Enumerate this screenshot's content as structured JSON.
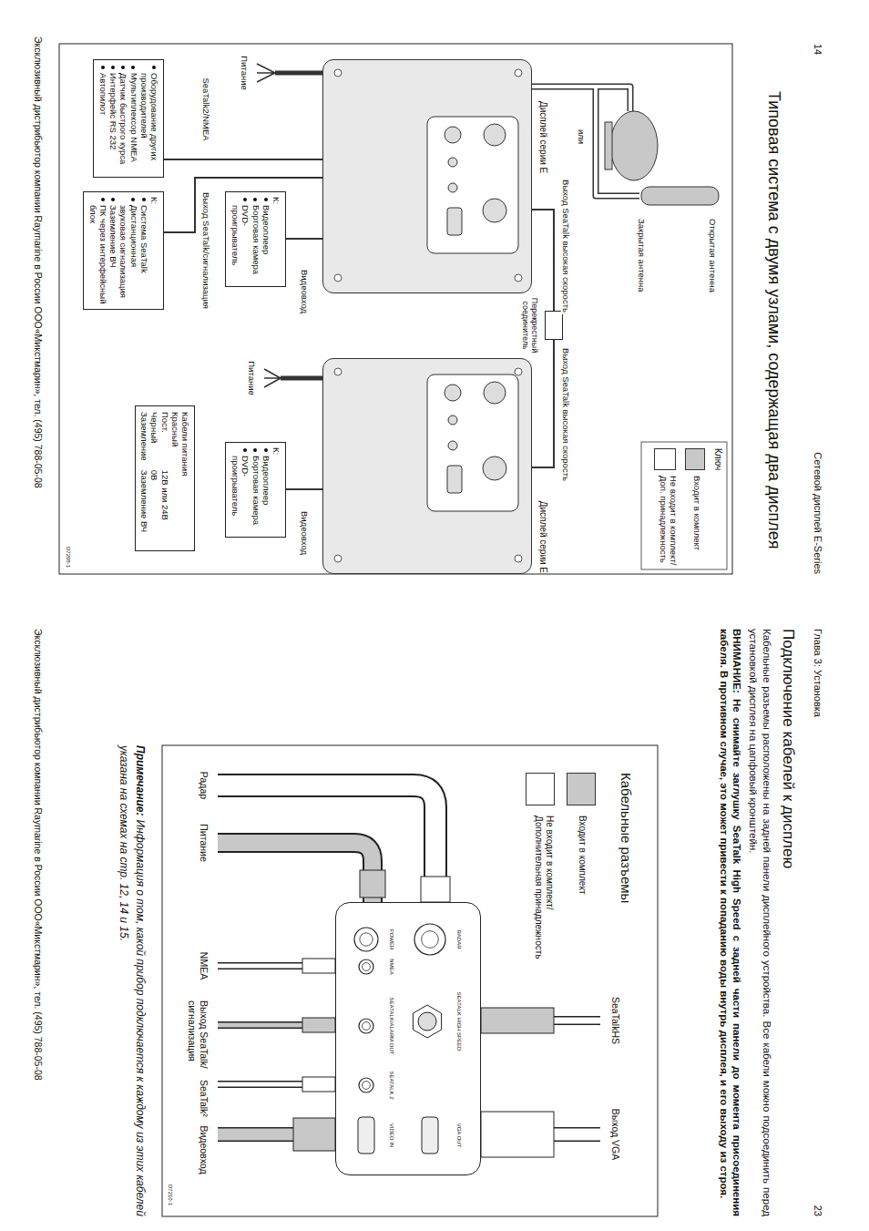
{
  "diagram": {
    "title": "Типовая система с двумя узлами, содержащая два дисплея",
    "nodes": [
      {
        "text": [
          "Дисплей серии E"
        ]
      },
      {
        "text": [
          "Дисплей серии E"
        ]
      },
      {
        "text": [
          "Перекрестный соединитель"
        ]
      },
      {
        "text": [
          "Оборудование других производителей",
          "Мультиплексор NMEA",
          "Датчик быстрого курса",
          "Интерфейс RS 232",
          "Автопилот"
        ]
      },
      {
        "text": [
          "К:",
          "Система SeaTalk",
          "Дистанционная звуковая сигнализация",
          "Заземление ВЧ",
          "ПК через интерфейсный блок"
        ]
      },
      {
        "text": [
          "К:",
          "Видеоплеер",
          "Бортовая камера",
          "DVD-проигрыватель"
        ]
      },
      {
        "text": [
          "К:",
          "Видеоплеер",
          "Бортовая камера",
          "DVD-проигрыватель"
        ]
      },
      {
        "text": [
          "Кабели питания",
          "Красный",
          "Пост.",
          "12В или 24В",
          "Черный",
          "0В",
          "Заземление",
          "Заземление ВЧ"
        ]
      },
      {
        "text": [
          "RADAR",
          "POWER",
          "NMEA",
          "SEATALK HIGH SPEED",
          "SEATALK/ALARM OUT",
          "SEATALK 2",
          "VGA OUT",
          "VIDEO IN"
        ]
      }
    ],
    "edges": [
      {
        "from": 0,
        "to": 2,
        "label": "Выход SeaTalk высокая скорость",
        "arrow": "none"
      },
      {
        "from": 1,
        "to": 2,
        "label": "Выход SeaTalk высокая скорость",
        "arrow": "none"
      },
      {
        "from": 0,
        "to": 3,
        "label": "SeaTalk2/NMEA",
        "arrow": "none"
      },
      {
        "from": 0,
        "to": 4,
        "label": "Выход SeaTalk/сигнализация",
        "arrow": "none"
      },
      {
        "from": 0,
        "to": 5,
        "label": "Видеовход",
        "arrow": "none"
      },
      {
        "from": 1,
        "to": 6,
        "label": "Видеовход",
        "arrow": "none"
      }
    ],
    "labels": [
      "14",
      "Сетевой дисплей E-Series",
      "Открытая антенна",
      "Закрытая антенна",
      "или",
      "Питание",
      "Питание",
      "Ключ",
      "D7208-1",
      "Эксклюзивный дистрибьютор компании Raymarine в России ООО«Микстмарин», тел. (495) 788-05-08",
      "Глава 3: Установка",
      "23",
      "Подключение кабелей к дисплею",
      "Кабельные разъемы расположены на задней панели дисплейного устройства. Все кабели можно подсоединить перед установкой дисплея на цапфовый кронштейн.",
      "ВНИМАНИЕ: Не снимайте заглушку SeaTalk High Speed с задней части панели до момента присоединения кабеля. В противном случае, это может привести к попаданию воды внутрь дисплея, и его выходу из строя.",
      "Кабельные разъемы",
      "SeaTalkHS",
      "Выход VGA",
      "Радар",
      "Питание",
      "NMEA",
      "Выход SeaTalk/ сигнализация",
      "SeaTalk²",
      "Видеовход",
      "D7210-1",
      "Примечание:",
      "Информация о том, какой прибор подключается к каждому из этих кабелей указана на схемах на стр. 12, 14 и 15.",
      "Эксклюзивный дистрибьютор компании Raymarine в России ООО«Микстмарин», тел. (495) 788-05-08"
    ],
    "legend": [
      {
        "text": "Входит в комплект",
        "color": "#c8c8c8"
      },
      {
        "text": "Не входит в комплект/Доп. принадлежность",
        "color": "#ffffff"
      },
      {
        "text": "Входит в комплект",
        "color": "#c8c8c8"
      },
      {
        "text": "Не входит в комплект/ Дополнительная принадлежность",
        "color": "#ffffff"
      }
    ]
  }
}
